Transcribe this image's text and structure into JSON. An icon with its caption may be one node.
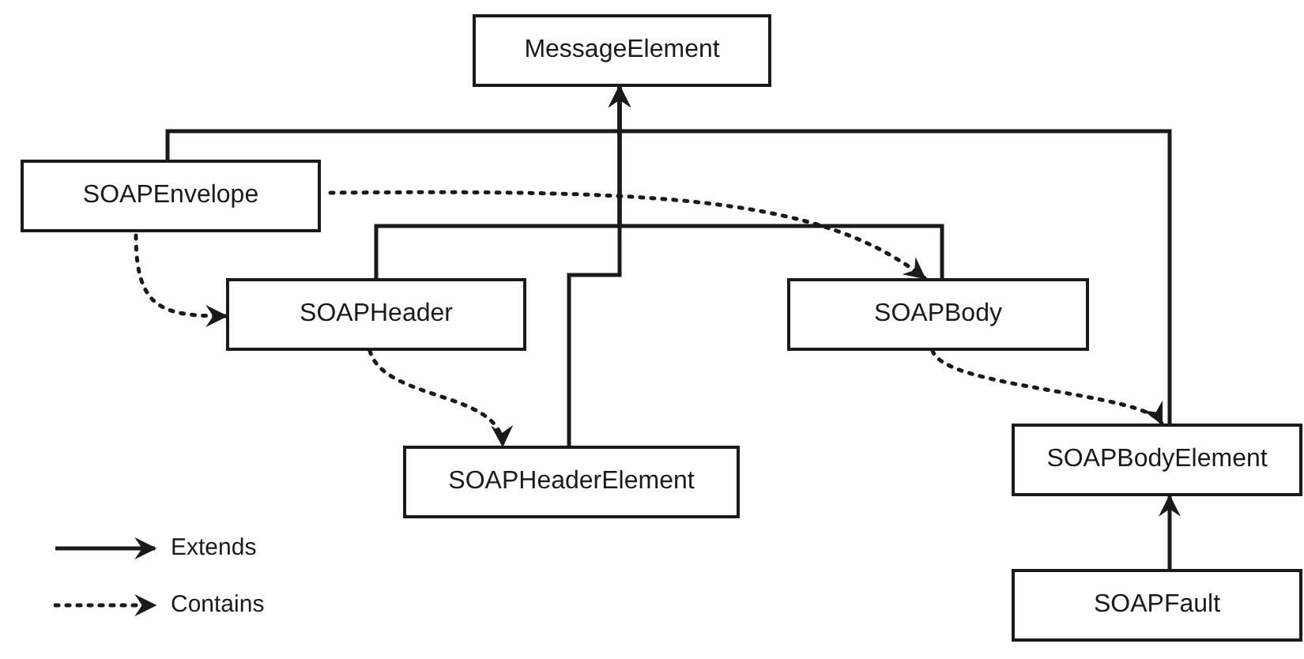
{
  "diagram": {
    "nodes": [
      {
        "text": [
          "MessageElement"
        ]
      },
      {
        "text": [
          "SOAPEnvelope"
        ]
      },
      {
        "text": [
          "SOAPHeader"
        ]
      },
      {
        "text": [
          "SOAPBody"
        ]
      },
      {
        "text": [
          "SOAPHeaderElement"
        ]
      },
      {
        "text": [
          "SOAPBodyElement"
        ]
      },
      {
        "text": [
          "SOAPFault"
        ]
      }
    ],
    "edges": [
      {
        "from": 1,
        "to": 0,
        "arrow": "to"
      },
      {
        "from": 2,
        "to": 0,
        "arrow": "to"
      },
      {
        "from": 3,
        "to": 0,
        "arrow": "to"
      },
      {
        "from": 4,
        "to": 0,
        "arrow": "to"
      },
      {
        "from": 5,
        "to": 0,
        "arrow": "to"
      },
      {
        "from": 6,
        "to": 5,
        "arrow": "to"
      },
      {
        "from": 1,
        "to": 2,
        "arrow": "to",
        "style": "dashed"
      },
      {
        "from": 1,
        "to": 3,
        "arrow": "to",
        "style": "dashed"
      },
      {
        "from": 2,
        "to": 4,
        "arrow": "to",
        "style": "dashed"
      },
      {
        "from": 3,
        "to": 5,
        "arrow": "to",
        "style": "dashed"
      }
    ],
    "legend": [
      {
        "text": "Extends"
      },
      {
        "text": "Contains"
      }
    ]
  }
}
